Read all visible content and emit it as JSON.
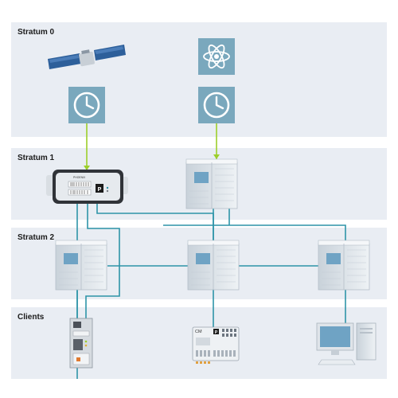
{
  "strata": [
    {
      "label": "Stratum 0"
    },
    {
      "label": "Stratum 1"
    },
    {
      "label": "Stratum 2"
    },
    {
      "label": "Clients"
    }
  ],
  "device_text": {
    "gps_clock_panel": "PHOENIX",
    "plc_brand": "CM",
    "plc_logo": "P"
  },
  "colors": {
    "band": "#e9edf3",
    "clock_tile": "#7aa8bd",
    "atom_tile": "#7aa8bd",
    "link_gps": "#9ccf2a",
    "link_network": "#2e94a8",
    "server_body": "#dfe5ea",
    "server_screen": "#6fa3c4"
  }
}
